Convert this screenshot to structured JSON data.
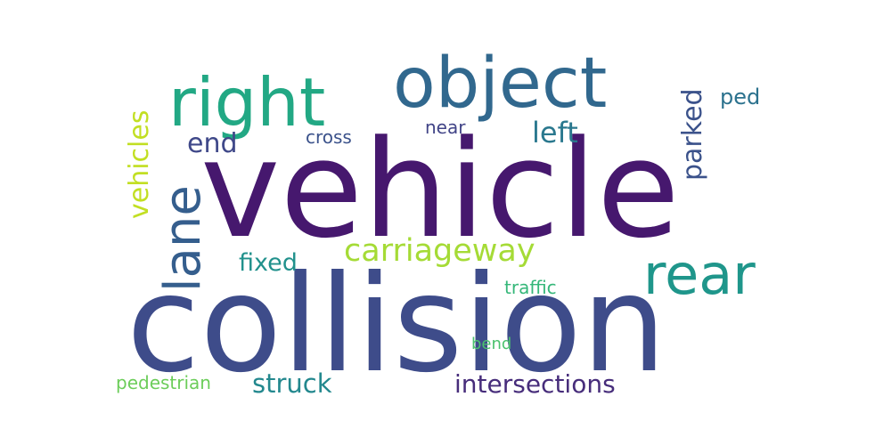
{
  "word_cloud": {
    "words": [
      {
        "text": "vehicle",
        "color": "#46186e"
      },
      {
        "text": "collision",
        "color": "#3e4c8a"
      },
      {
        "text": "object",
        "color": "#31688e"
      },
      {
        "text": "right",
        "color": "#22a884"
      },
      {
        "text": "rear",
        "color": "#1f968b"
      },
      {
        "text": "lane",
        "color": "#355e8d"
      },
      {
        "text": "carriageway",
        "color": "#a5db36"
      },
      {
        "text": "vehicles",
        "color": "#c2df23"
      },
      {
        "text": "parked",
        "color": "#3b528b"
      },
      {
        "text": "left",
        "color": "#2a788e"
      },
      {
        "text": "end",
        "color": "#3f4889"
      },
      {
        "text": "fixed",
        "color": "#21918c"
      },
      {
        "text": "intersections",
        "color": "#472d7b"
      },
      {
        "text": "struck",
        "color": "#23888e"
      },
      {
        "text": "ped",
        "color": "#2c728e"
      },
      {
        "text": "cross",
        "color": "#3b528b"
      },
      {
        "text": "near",
        "color": "#414487"
      },
      {
        "text": "traffic",
        "color": "#35b779"
      },
      {
        "text": "bend",
        "color": "#4ac16d"
      },
      {
        "text": "pedestrian",
        "color": "#6ccd5a"
      }
    ]
  }
}
